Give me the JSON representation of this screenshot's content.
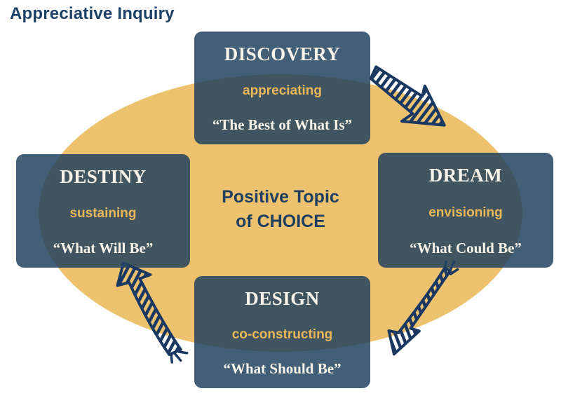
{
  "title": "Appreciative Inquiry",
  "center": {
    "line1": "Positive Topic",
    "line2": "of CHOICE"
  },
  "stages": {
    "discovery": {
      "title": "DISCOVERY",
      "process": "appreciating",
      "quote": "“The Best of What Is”"
    },
    "dream": {
      "title": "DREAM",
      "process": "envisioning",
      "quote": "“What Could Be”"
    },
    "design": {
      "title": "DESIGN",
      "process": "co-constructing",
      "quote": "“What Should Be”"
    },
    "destiny": {
      "title": "DESTINY",
      "process": "sustaining",
      "quote": "“What Will Be”"
    }
  },
  "icons": {
    "arrow_discovery_to_dream": "hand-drawn hatched arrow pointing down-right",
    "arrow_dream_to_design": "hand-drawn hatched curved arrow pointing down-left",
    "arrow_design_to_destiny": "hand-drawn hatched curved arrow pointing up-left"
  },
  "colors": {
    "background": "#ffffff",
    "ellipse_gold": "#edc26e",
    "box_slate_rgba": "rgba(34,66,95,0.85)",
    "heading_navy": "#1d4166",
    "center_navy": "#1e3e62",
    "process_gold": "#e9b758",
    "quote_white": "#f7f3e8",
    "arrow_navy": "#1a3862"
  }
}
